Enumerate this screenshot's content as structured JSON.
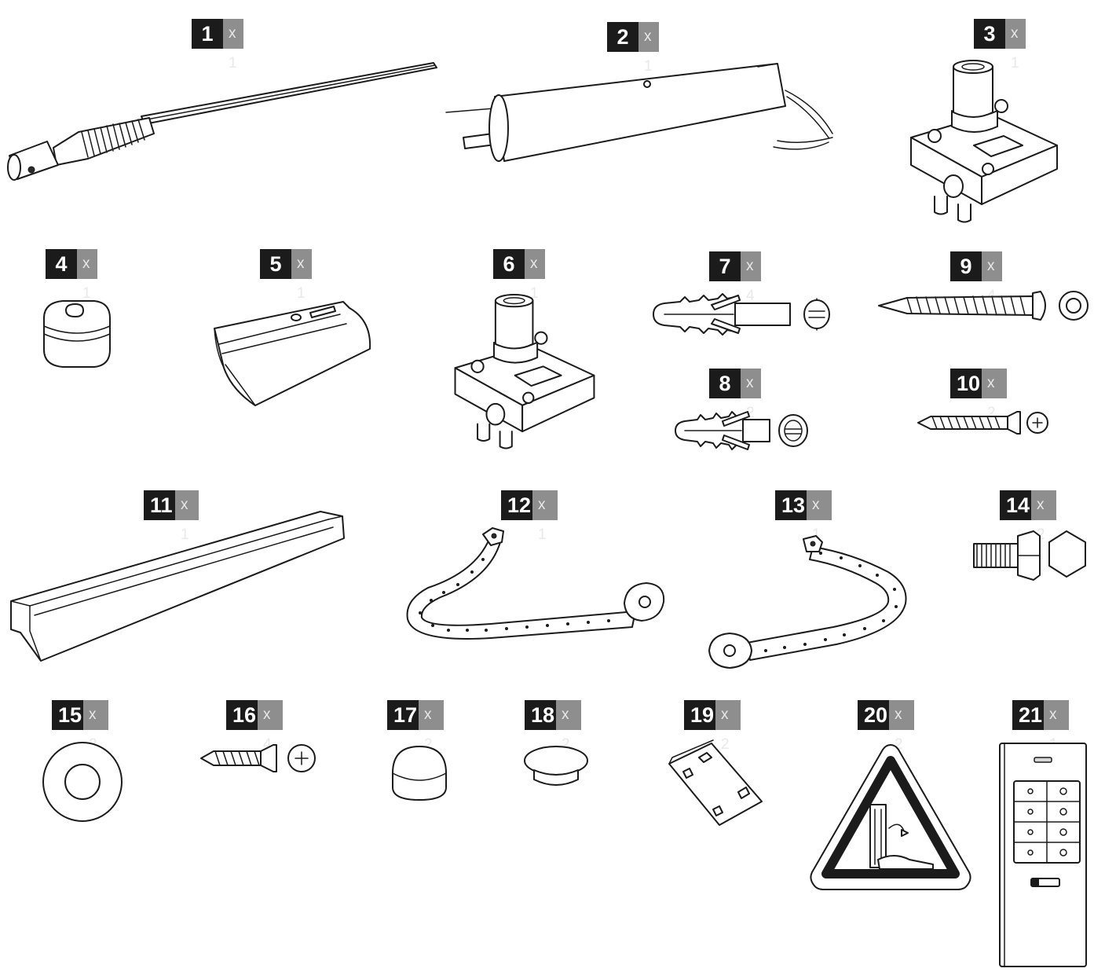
{
  "parts": [
    {
      "num": "1",
      "qty": "x 1",
      "icon": "actuator-rod-icon"
    },
    {
      "num": "2",
      "qty": "x 1",
      "icon": "motor-housing-tube-icon"
    },
    {
      "num": "3",
      "qty": "x 1",
      "icon": "mounting-bracket-icon"
    },
    {
      "num": "4",
      "qty": "x 1",
      "icon": "rubber-plug-icon"
    },
    {
      "num": "5",
      "qty": "x 1",
      "icon": "clamp-sleeve-icon"
    },
    {
      "num": "6",
      "qty": "x 1",
      "icon": "mounting-bracket-icon"
    },
    {
      "num": "7",
      "qty": "x 4",
      "icon": "wall-plug-icon"
    },
    {
      "num": "8",
      "qty": "x 2",
      "icon": "wall-plug-icon"
    },
    {
      "num": "9",
      "qty": "x 4",
      "icon": "wood-screw-icon"
    },
    {
      "num": "10",
      "qty": "x 2",
      "icon": "screw-icon"
    },
    {
      "num": "11",
      "qty": "x 1",
      "icon": "cover-channel-icon"
    },
    {
      "num": "12",
      "qty": "x 1",
      "icon": "curved-arm-icon"
    },
    {
      "num": "13",
      "qty": "x 1",
      "icon": "curved-arm-icon"
    },
    {
      "num": "14",
      "qty": "x 2",
      "icon": "hex-bolt-icon"
    },
    {
      "num": "15",
      "qty": "x 2",
      "icon": "washer-icon"
    },
    {
      "num": "16",
      "qty": "x 4",
      "icon": "countersunk-screw-icon"
    },
    {
      "num": "17",
      "qty": "x 2",
      "icon": "dome-cap-icon"
    },
    {
      "num": "18",
      "qty": "x 2",
      "icon": "round-cap-icon"
    },
    {
      "num": "19",
      "qty": "x 2",
      "icon": "clip-icon"
    },
    {
      "num": "20",
      "qty": "x 2",
      "icon": "warning-sticker-icon"
    },
    {
      "num": "21",
      "qty": "x 1",
      "icon": "remote-control-icon"
    }
  ]
}
